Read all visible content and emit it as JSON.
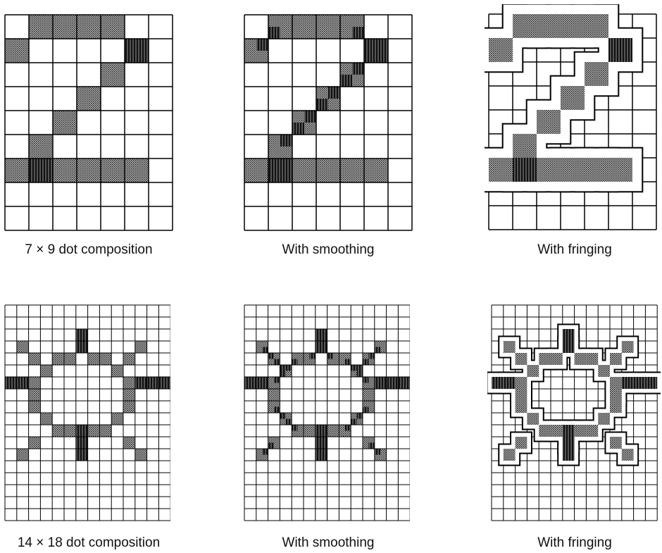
{
  "captions": {
    "p1": "7 × 9 dot composition",
    "p2": "With smoothing",
    "p3": "With fringing",
    "p4": "14 × 18 dot composition",
    "p5": "With smoothing",
    "p6": "With fringing"
  },
  "colors": {
    "grid": "#000000",
    "fill": "#777777",
    "stripe": "#111111",
    "background": "#ffffff"
  },
  "digit_7x9": {
    "cols": 7,
    "rows": 9,
    "dots": [
      [
        1,
        0
      ],
      [
        2,
        0
      ],
      [
        3,
        0
      ],
      [
        4,
        0
      ],
      [
        0,
        1
      ],
      [
        5,
        1
      ],
      [
        4,
        2
      ],
      [
        3,
        3
      ],
      [
        2,
        4
      ],
      [
        1,
        5
      ],
      [
        0,
        6
      ],
      [
        1,
        6
      ],
      [
        2,
        6
      ],
      [
        3,
        6
      ],
      [
        4,
        6
      ],
      [
        5,
        6
      ]
    ]
  },
  "sun_14x18": {
    "cols": 14,
    "rows": 18,
    "dots": [
      [
        6,
        2
      ],
      [
        6,
        3
      ],
      [
        1,
        3
      ],
      [
        11,
        3
      ],
      [
        2,
        4
      ],
      [
        10,
        4
      ],
      [
        4,
        4
      ],
      [
        5,
        4
      ],
      [
        7,
        4
      ],
      [
        8,
        4
      ],
      [
        3,
        5
      ],
      [
        9,
        5
      ],
      [
        2,
        6
      ],
      [
        10,
        6
      ],
      [
        0,
        6
      ],
      [
        1,
        6
      ],
      [
        11,
        6
      ],
      [
        12,
        6
      ],
      [
        13,
        6
      ],
      [
        2,
        7
      ],
      [
        10,
        7
      ],
      [
        2,
        8
      ],
      [
        10,
        8
      ],
      [
        3,
        9
      ],
      [
        9,
        9
      ],
      [
        4,
        10
      ],
      [
        5,
        10
      ],
      [
        6,
        10
      ],
      [
        7,
        10
      ],
      [
        8,
        10
      ],
      [
        6,
        11
      ],
      [
        6,
        12
      ],
      [
        1,
        12
      ],
      [
        11,
        12
      ],
      [
        2,
        11
      ],
      [
        10,
        11
      ]
    ]
  }
}
